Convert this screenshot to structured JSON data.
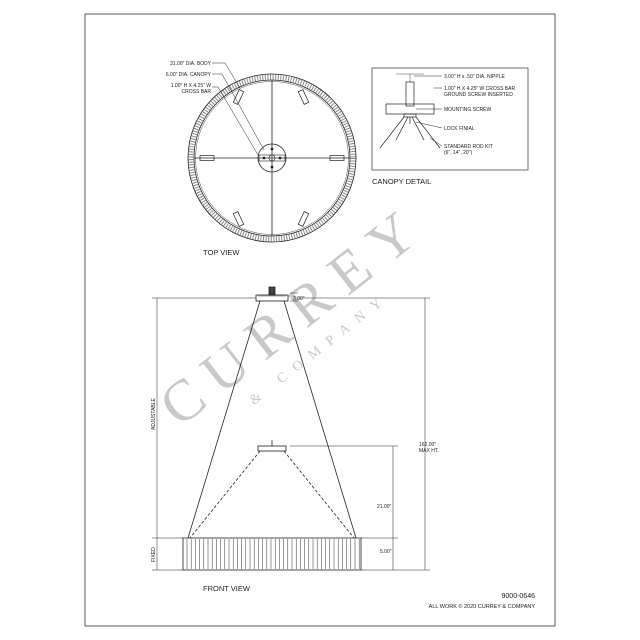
{
  "views": {
    "top_view": "TOP VIEW",
    "canopy_detail": "CANOPY DETAIL",
    "front_view": "FRONT VIEW"
  },
  "top_callouts": {
    "body": "31.00\" DIA. BODY",
    "canopy": "6.00\" DIA. CANOPY",
    "crossbar_line1": "1.00\" H X 4.25\" W",
    "crossbar_line2": "CROSS BAR"
  },
  "canopy_callouts": {
    "nipple": "3.00\" H x .50\" DIA. NIPPLE",
    "crossbar_line1": "1.00\" H X 4.25\" W CROSS BAR",
    "crossbar_line2": "GROUND SCREW INSERTED",
    "mounting_screw": "MOUNTING SCREW",
    "lock_finial": "LOCK FINIAL",
    "rod_kit_line1": "STANDARD ROD KIT",
    "rod_kit_line2": "(6\", 14\", 20\")"
  },
  "front_dims": {
    "canopy_height": "3.00\"",
    "adjustable": "ADJUSTABLE",
    "fixed": "FIXED",
    "max_height_line1": "162.00\"",
    "max_height_line2": "MAX HT.",
    "body_drop": "21.00\"",
    "body_height": "5.00\""
  },
  "footer": {
    "model": "9000-0646",
    "copyright": "ALL WORK © 2020 CURREY & COMPANY"
  },
  "watermark": {
    "brand": "CURREY",
    "sub": "& COMPANY"
  }
}
